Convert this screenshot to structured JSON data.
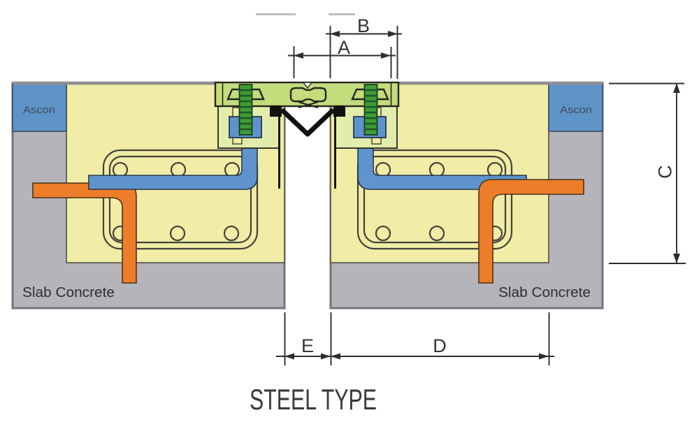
{
  "colors": {
    "slab-gray": "#b5b4ba",
    "slab-stroke": "#74747b",
    "yellow": "#f1eca6",
    "yellow-stroke": "#5e5e53",
    "ascon-blue": "#5e93c7",
    "blue-bar": "#5e94cb",
    "blue-dark": "#27364d",
    "orange": "#ee7d2a",
    "orange-dark": "#47341a",
    "plate-green": "#c3dc7c",
    "pale-green": "#e2ecac",
    "bolt-green": "#3f9d36",
    "bolt-stripe": "#1e5a24",
    "outline": "#26261f",
    "seal": "#111111",
    "surface": "#8d8d92",
    "loop": "#42423a",
    "dim": "#2e2e2e",
    "text": "#333333",
    "ascon-text": "#3d4a5f",
    "faint": "#b5b2ad"
  },
  "labels": {
    "title": "STEEL TYPE",
    "ascon_left": "Ascon",
    "ascon_right": "Ascon",
    "slab_concrete_left": "Slab Concrete",
    "slab_concrete_right": "Slab Concrete",
    "dim_a": "A",
    "dim_b": "B",
    "dim_c": "C",
    "dim_d": "D",
    "dim_e": "E"
  }
}
